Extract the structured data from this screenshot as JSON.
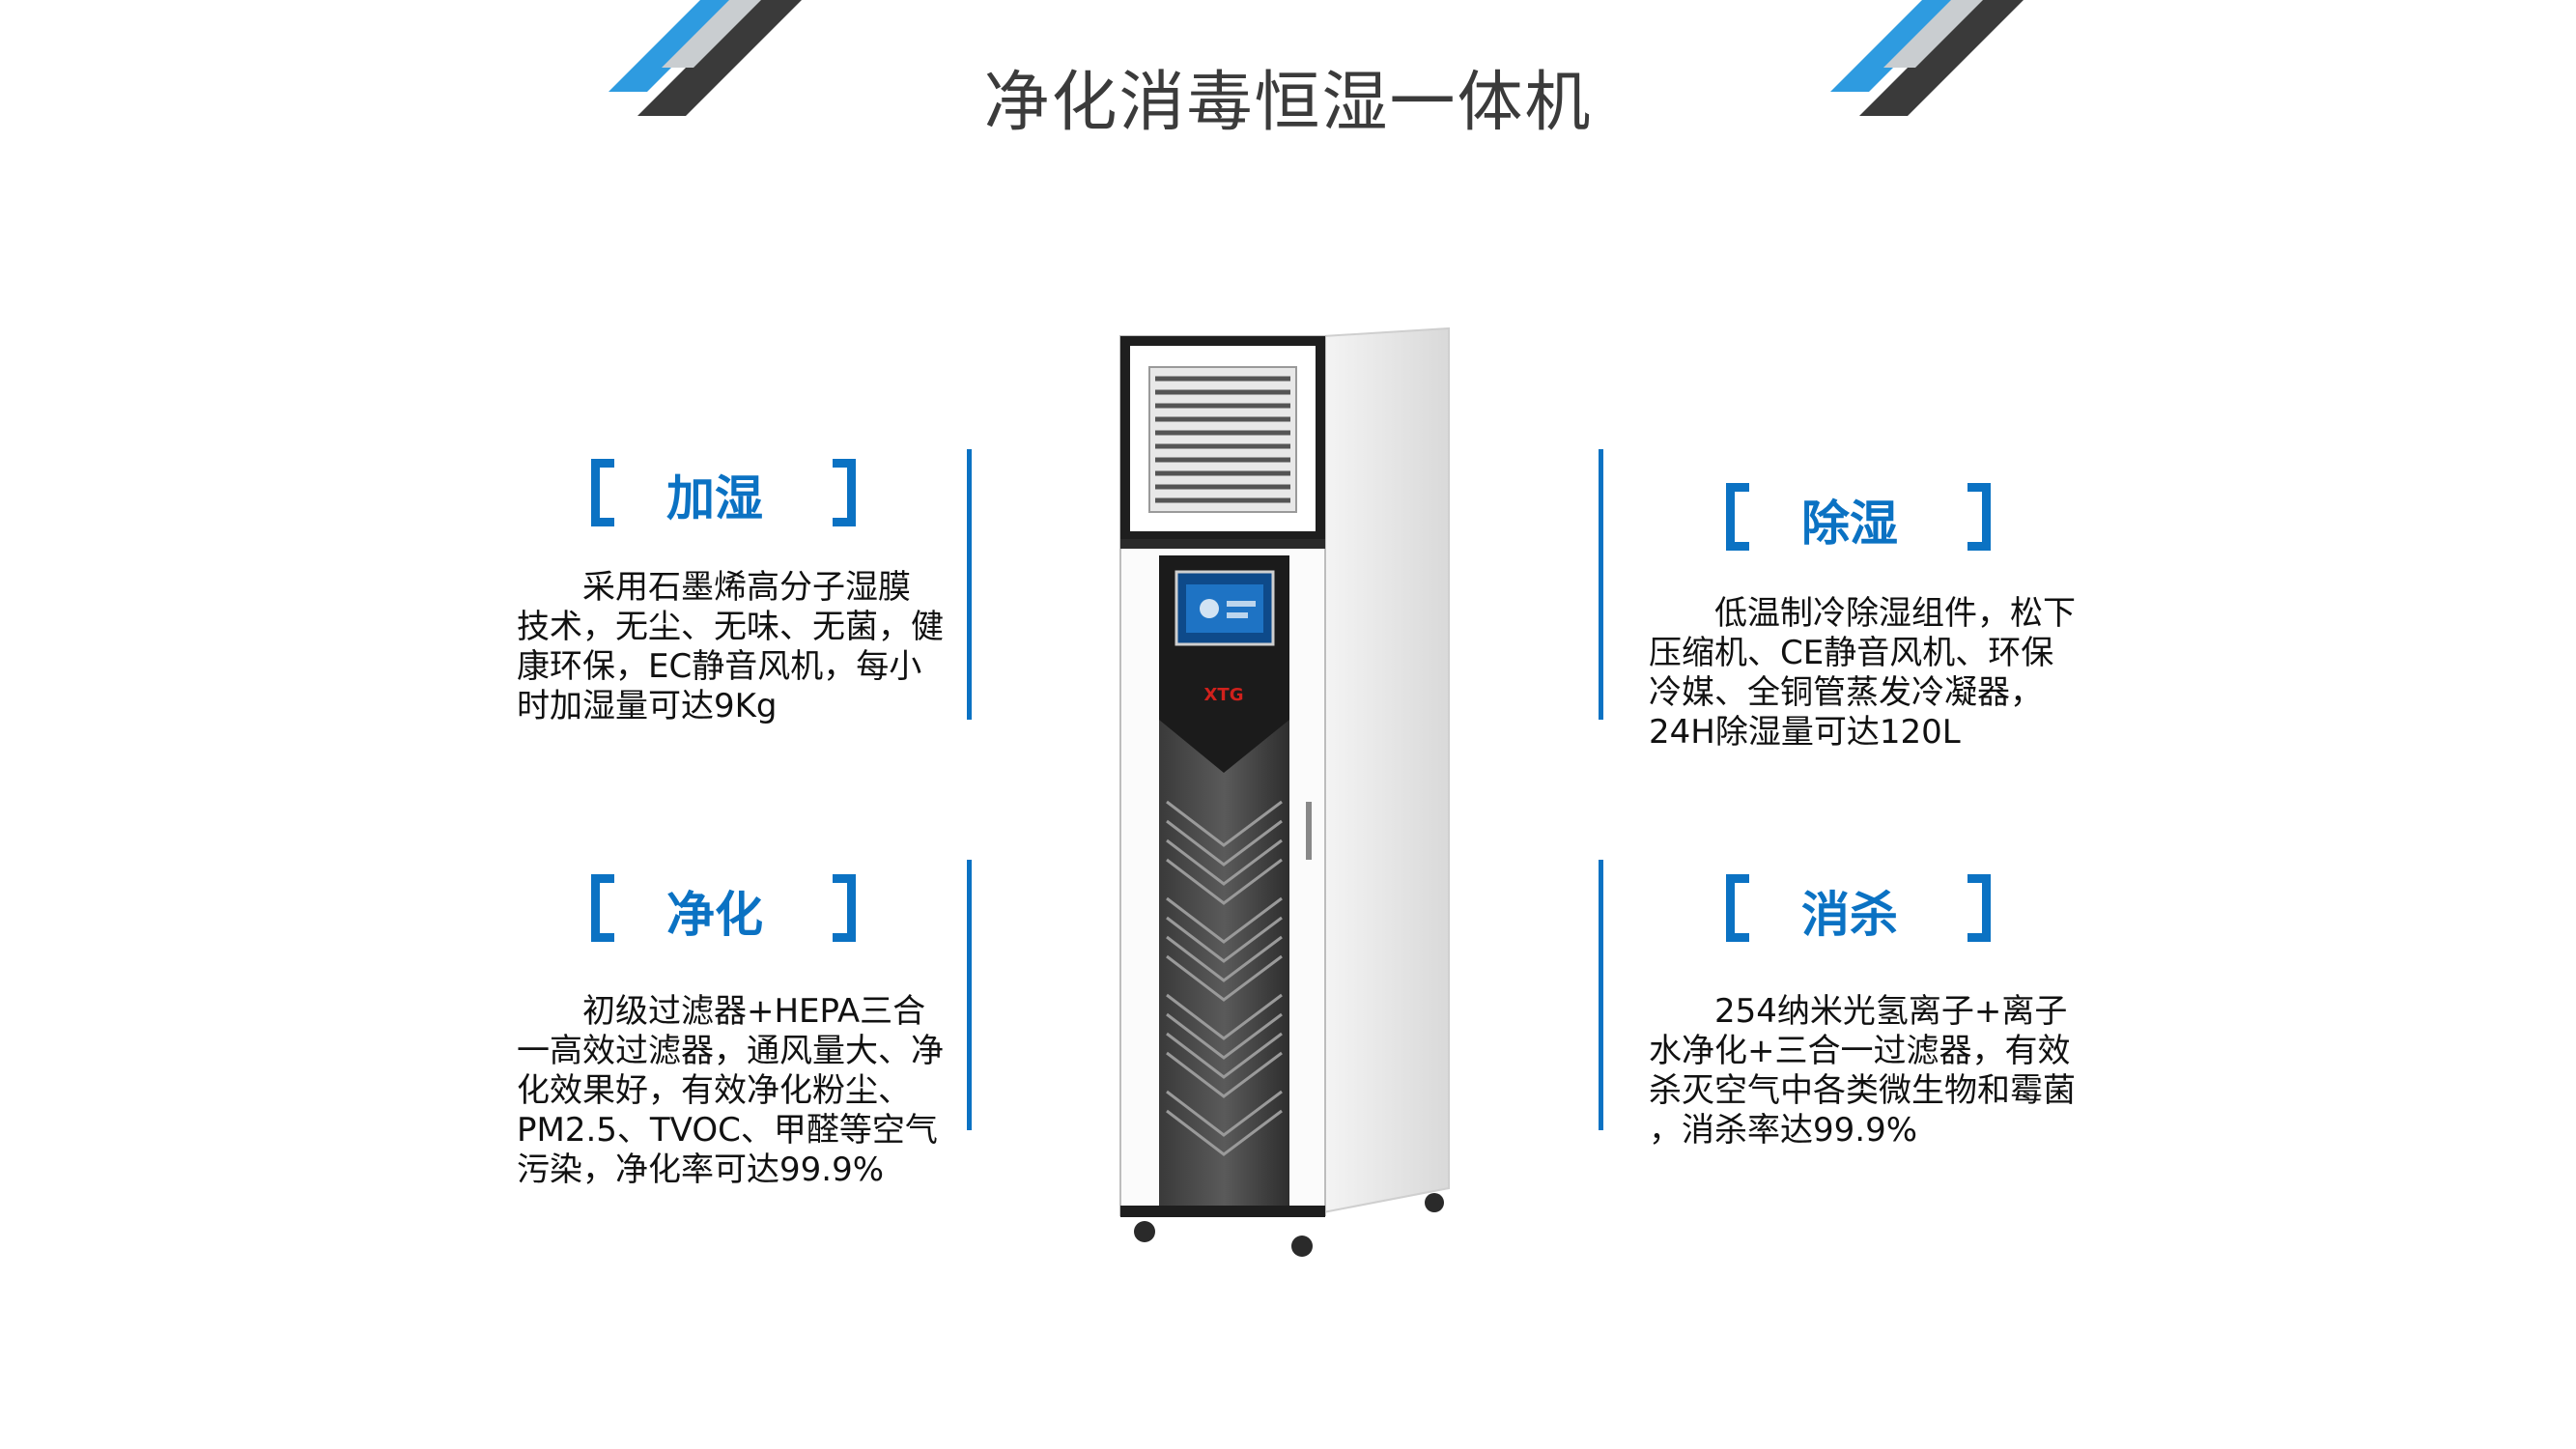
{
  "title": "净化消毒恒湿一体机",
  "colors": {
    "accent": "#0b72c3",
    "stripe_blue": "#2e9be0",
    "stripe_gray": "#c9cdd0",
    "stripe_dark": "#3a3a3a"
  },
  "features": [
    {
      "id": "humidify",
      "heading": "加湿",
      "text": "　　采用石墨烯高分子湿膜\n技术，无尘、无味、无菌，健\n康环保，EC静音风机，每小\n时加湿量可达9Kg"
    },
    {
      "id": "dehumidify",
      "heading": "除湿",
      "text": "　　低温制冷除湿组件，松下\n压缩机、CE静音风机、环保\n冷媒、全铜管蒸发冷凝器，\n24H除湿量可达120L"
    },
    {
      "id": "purify",
      "heading": "净化",
      "text": "　　初级过滤器+HEPA三合\n一高效过滤器，通风量大、净\n化效果好，有效净化粉尘、\nPM2.5、TVOC、甲醛等空气\n污染，净化率可达99.9%"
    },
    {
      "id": "disinfect",
      "heading": "消杀",
      "text": "　　254纳米光氢离子+离子\n水净化+三合一过滤器，有效\n杀灭空气中各类微生物和霉菌\n，消杀率达99.9%"
    }
  ],
  "device": {
    "brand": "XTG",
    "icon": "air-purifier-cabinet-unit"
  }
}
